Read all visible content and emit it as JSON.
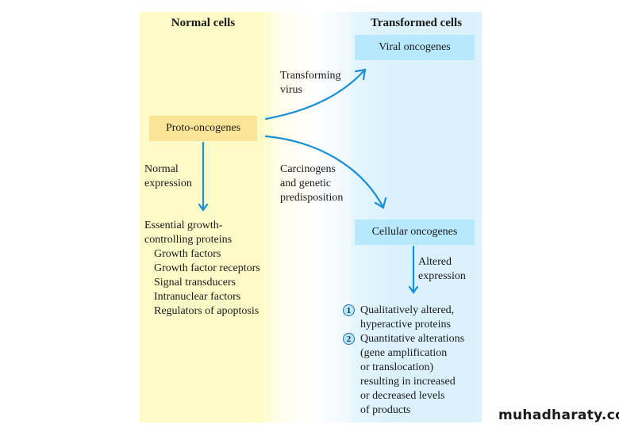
{
  "columns": {
    "normal": {
      "title": "Normal cells"
    },
    "transformed": {
      "title": "Transformed cells"
    }
  },
  "boxes": {
    "proto": "Proto-oncogenes",
    "viral": "Viral oncogenes",
    "cellular": "Cellular oncogenes"
  },
  "arrow_labels": {
    "transforming_virus": "Transforming\nvirus",
    "carcinogens": "Carcinogens\nand genetic\npredisposition",
    "normal_expression": "Normal\nexpression",
    "altered_expression": "Altered\nexpression"
  },
  "essential_proteins": {
    "heading_line1": "Essential growth-",
    "heading_line2": "controlling proteins",
    "items": [
      "Growth factors",
      "Growth factor receptors",
      "Signal transducers",
      "Intranuclear factors",
      "Regulators of apoptosis"
    ]
  },
  "outcomes": [
    {
      "number": "1",
      "text_lines": [
        "Qualitatively altered,",
        "hyperactive proteins"
      ]
    },
    {
      "number": "2",
      "text_lines": [
        "Quantitative alterations",
        "(gene amplification",
        "or translocation)",
        "resulting in increased",
        "or decreased levels",
        "of products"
      ]
    }
  ],
  "colors": {
    "arrow": "#1a8fd6",
    "normal_bg": "#fefbc8",
    "transformed_bg": "#dbf2fd",
    "proto_box": "#fde597",
    "oncogene_box": "#b7e8fb"
  },
  "watermark": "muhadharaty.com"
}
